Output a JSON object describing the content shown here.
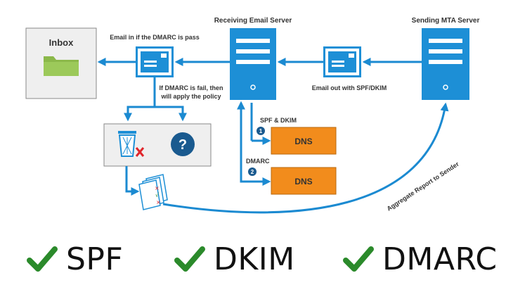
{
  "diagram": {
    "inbox_label": "Inbox",
    "receiving_server_label": "Receiving Email Server",
    "sending_server_label": "Sending MTA Server",
    "pass_label": "Email in if the DMARC is pass",
    "fail_label_line1": "If DMARC is fail, then",
    "fail_label_line2": "will apply the policy",
    "outbound_label": "Email out with SPF/DKIM",
    "spf_dkim_label": "SPF & DKIM",
    "dmarc_label": "DMARC",
    "dns_label_1": "DNS",
    "dns_label_2": "DNS",
    "step_1": "1",
    "step_2": "2",
    "aggregate_label": "Aggregate Report to Sender",
    "question_mark": "?",
    "report_marks": [
      "×",
      "√",
      "×"
    ]
  },
  "legend": {
    "items": [
      "SPF",
      "DKIM",
      "DMARC"
    ]
  },
  "colors": {
    "accent_blue": "#1b8ad1",
    "server_blue": "#1d8fd6",
    "dns_orange": "#f28c1c",
    "inbox_green": "#8bb84a",
    "check_green": "#2b8a2b",
    "reject_red": "#e0262b"
  }
}
